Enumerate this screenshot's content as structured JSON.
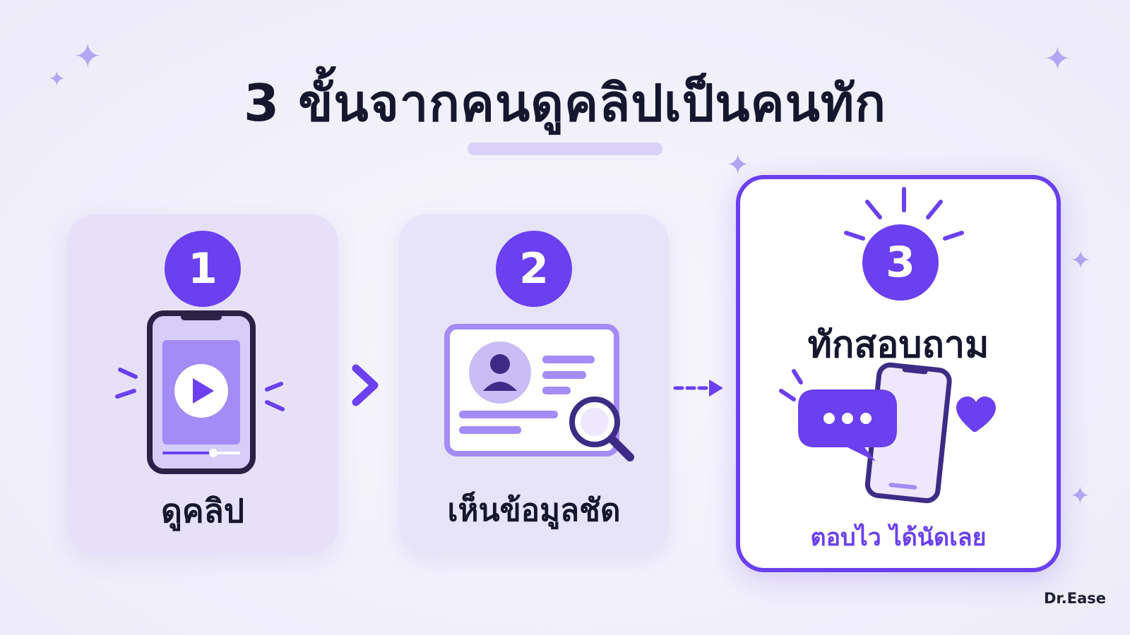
{
  "title": "3 ขั้นจากคนดูคลิปเป็นคนทัก",
  "steps": [
    {
      "number": "1",
      "label": "ดูคลิป"
    },
    {
      "number": "2",
      "label": "เห็นข้อมูลชัด"
    },
    {
      "number": "3",
      "label": "ทักสอบถาม",
      "sublabel": "ตอบไว ได้นัดเลย"
    }
  ],
  "watermark": "Dr.Ease",
  "icons": [
    "video-phone-icon",
    "profile-card-search-icon",
    "chat-phone-heart-icon",
    "chevron-right-icon",
    "dashed-arrow-icon",
    "sparkle-icon"
  ],
  "colors": {
    "accent": "#6a40f0",
    "accent_light": "#a38cf5",
    "text": "#16162e",
    "background": "#f3f1fb"
  }
}
